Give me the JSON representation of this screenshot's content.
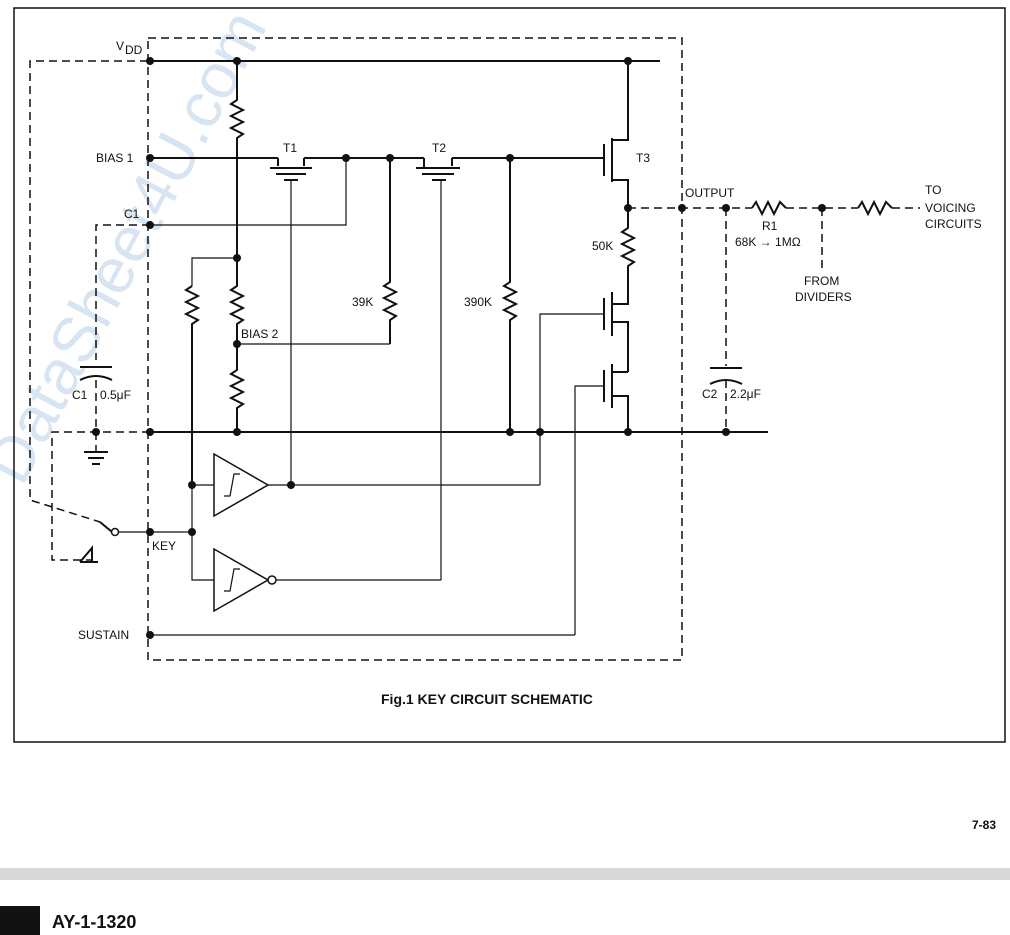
{
  "schematic": {
    "labels": {
      "vdd": "V",
      "vdd_sub": "DD",
      "bias1": "BIAS 1",
      "c1_pin": "C1",
      "key": "KEY",
      "sustain": "SUSTAIN",
      "bias2": "BIAS 2",
      "t1": "T1",
      "t2": "T2",
      "t3": "T3",
      "r39k": "39K",
      "r390k": "390K",
      "r50k": "50K",
      "c1_cap": "C1",
      "c1_value": "0.5μF",
      "output": "OUTPUT",
      "r1": "R1",
      "r1_value": "68K → 1MΩ",
      "from_dividers_1": "FROM",
      "from_dividers_2": "DIVIDERS",
      "to_voicing_1": "TO",
      "to_voicing_2": "VOICING",
      "to_voicing_3": "CIRCUITS",
      "c2_cap": "C2",
      "c2_value": "2.2μF"
    },
    "caption": "Fig.1 KEY CIRCUIT SCHEMATIC"
  },
  "page_number": "7-83",
  "footer": {
    "part_number": "AY-1-1320"
  },
  "watermark": "DataSheet4U.com"
}
